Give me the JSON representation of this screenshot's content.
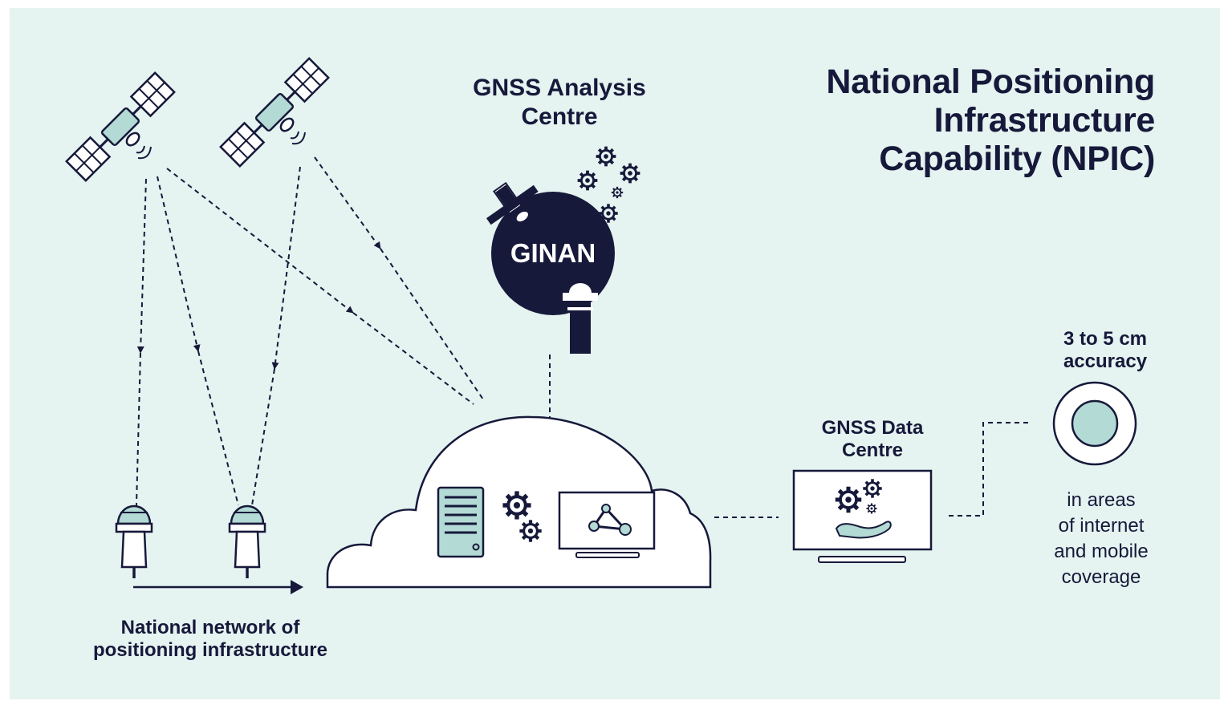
{
  "title": {
    "line1": "National Positioning",
    "line2": "Infrastructure",
    "line3": "Capability (NPIC)"
  },
  "analysis_centre": {
    "line1": "GNSS Analysis",
    "line2": "Centre"
  },
  "ginan": {
    "label": "GINAN"
  },
  "data_centre": {
    "line1": "GNSS Data",
    "line2": "Centre"
  },
  "accuracy": {
    "line1": "3 to 5 cm",
    "line2": "accuracy"
  },
  "coverage": {
    "line1": "in areas",
    "line2": "of internet",
    "line3": "and mobile",
    "line4": "coverage"
  },
  "network": {
    "line1": "National network of",
    "line2": "positioning infrastructure"
  },
  "colors": {
    "background": "#e5f3f1",
    "navy": "#16193a",
    "teal_fill": "#b3dad4",
    "white": "#ffffff"
  },
  "icons": [
    "satellite-icon",
    "ginan-globe-icon",
    "gear-icon",
    "server-icon",
    "network-monitor-icon",
    "cloud-icon",
    "receiver-antenna-icon",
    "target-icon",
    "hand-gears-icon"
  ]
}
